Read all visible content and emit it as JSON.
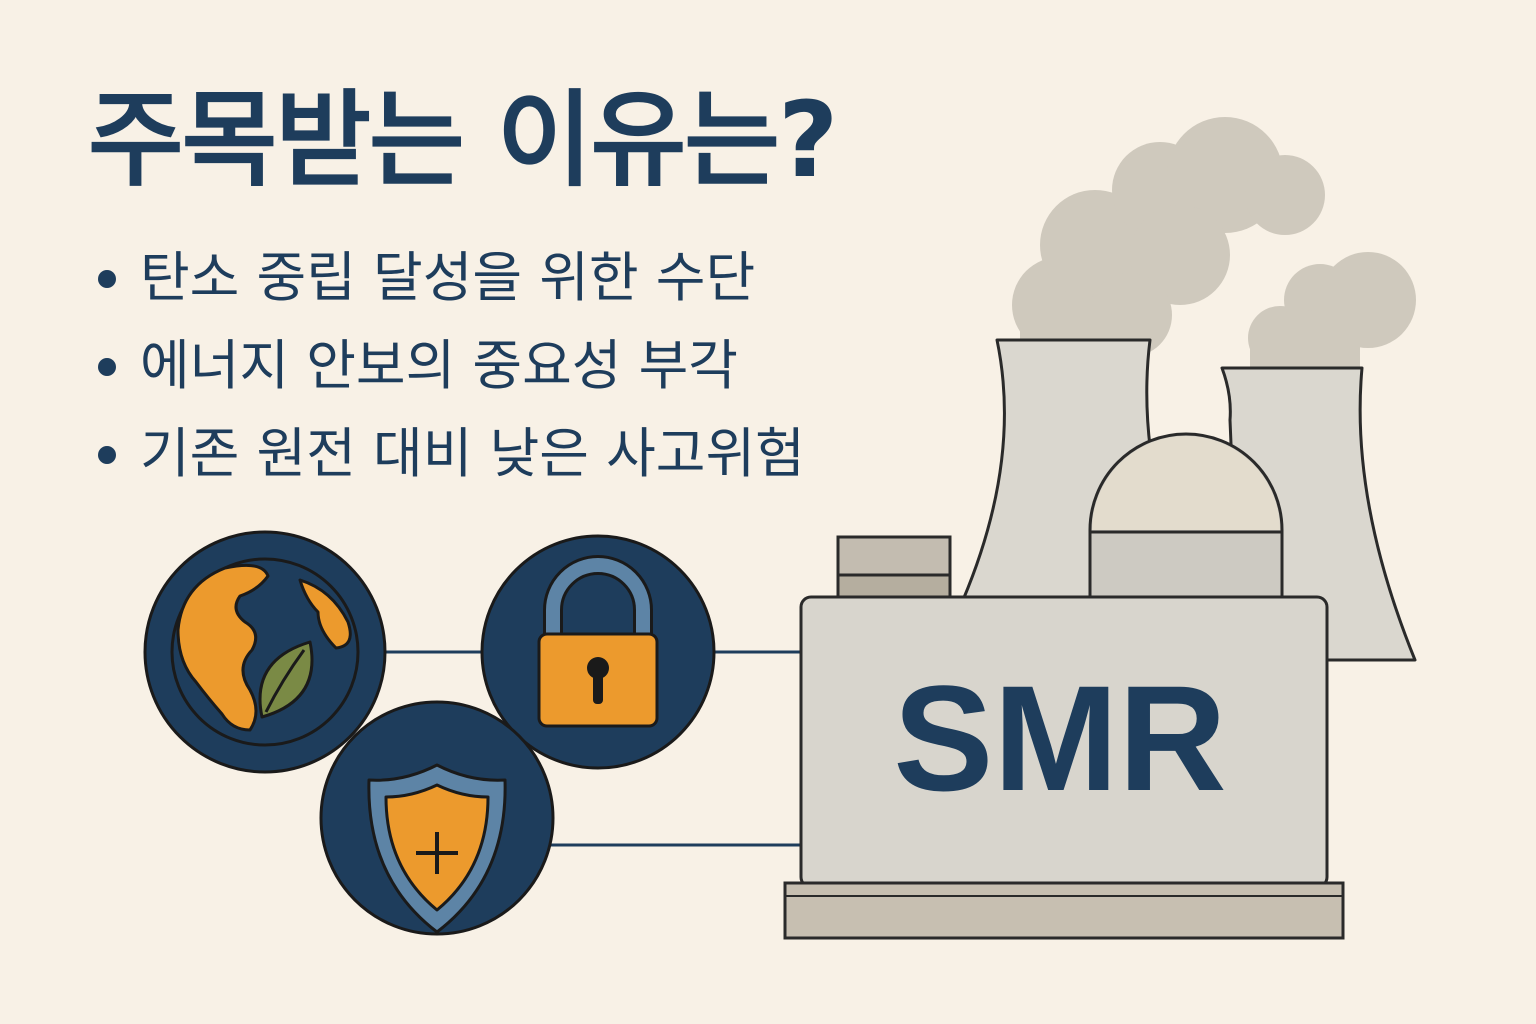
{
  "title": "주목받는 이유는?",
  "bullets": [
    "탄소 중립 달성을 위한 수단",
    "에너지 안보의 중요성 부각",
    "기존 원전 대비 낮은 사고위험"
  ],
  "reactor_label": "SMR",
  "icons": [
    "globe-leaf-icon",
    "padlock-icon",
    "shield-plus-icon"
  ],
  "colors": {
    "background": "#f8f1e6",
    "navy": "#1e3d5c",
    "orange": "#ec9a2d",
    "leaf_green": "#7a8a45",
    "steel_blue": "#5d84a6",
    "concrete": "#d8d5cd",
    "steam": "#cfc9bd"
  }
}
